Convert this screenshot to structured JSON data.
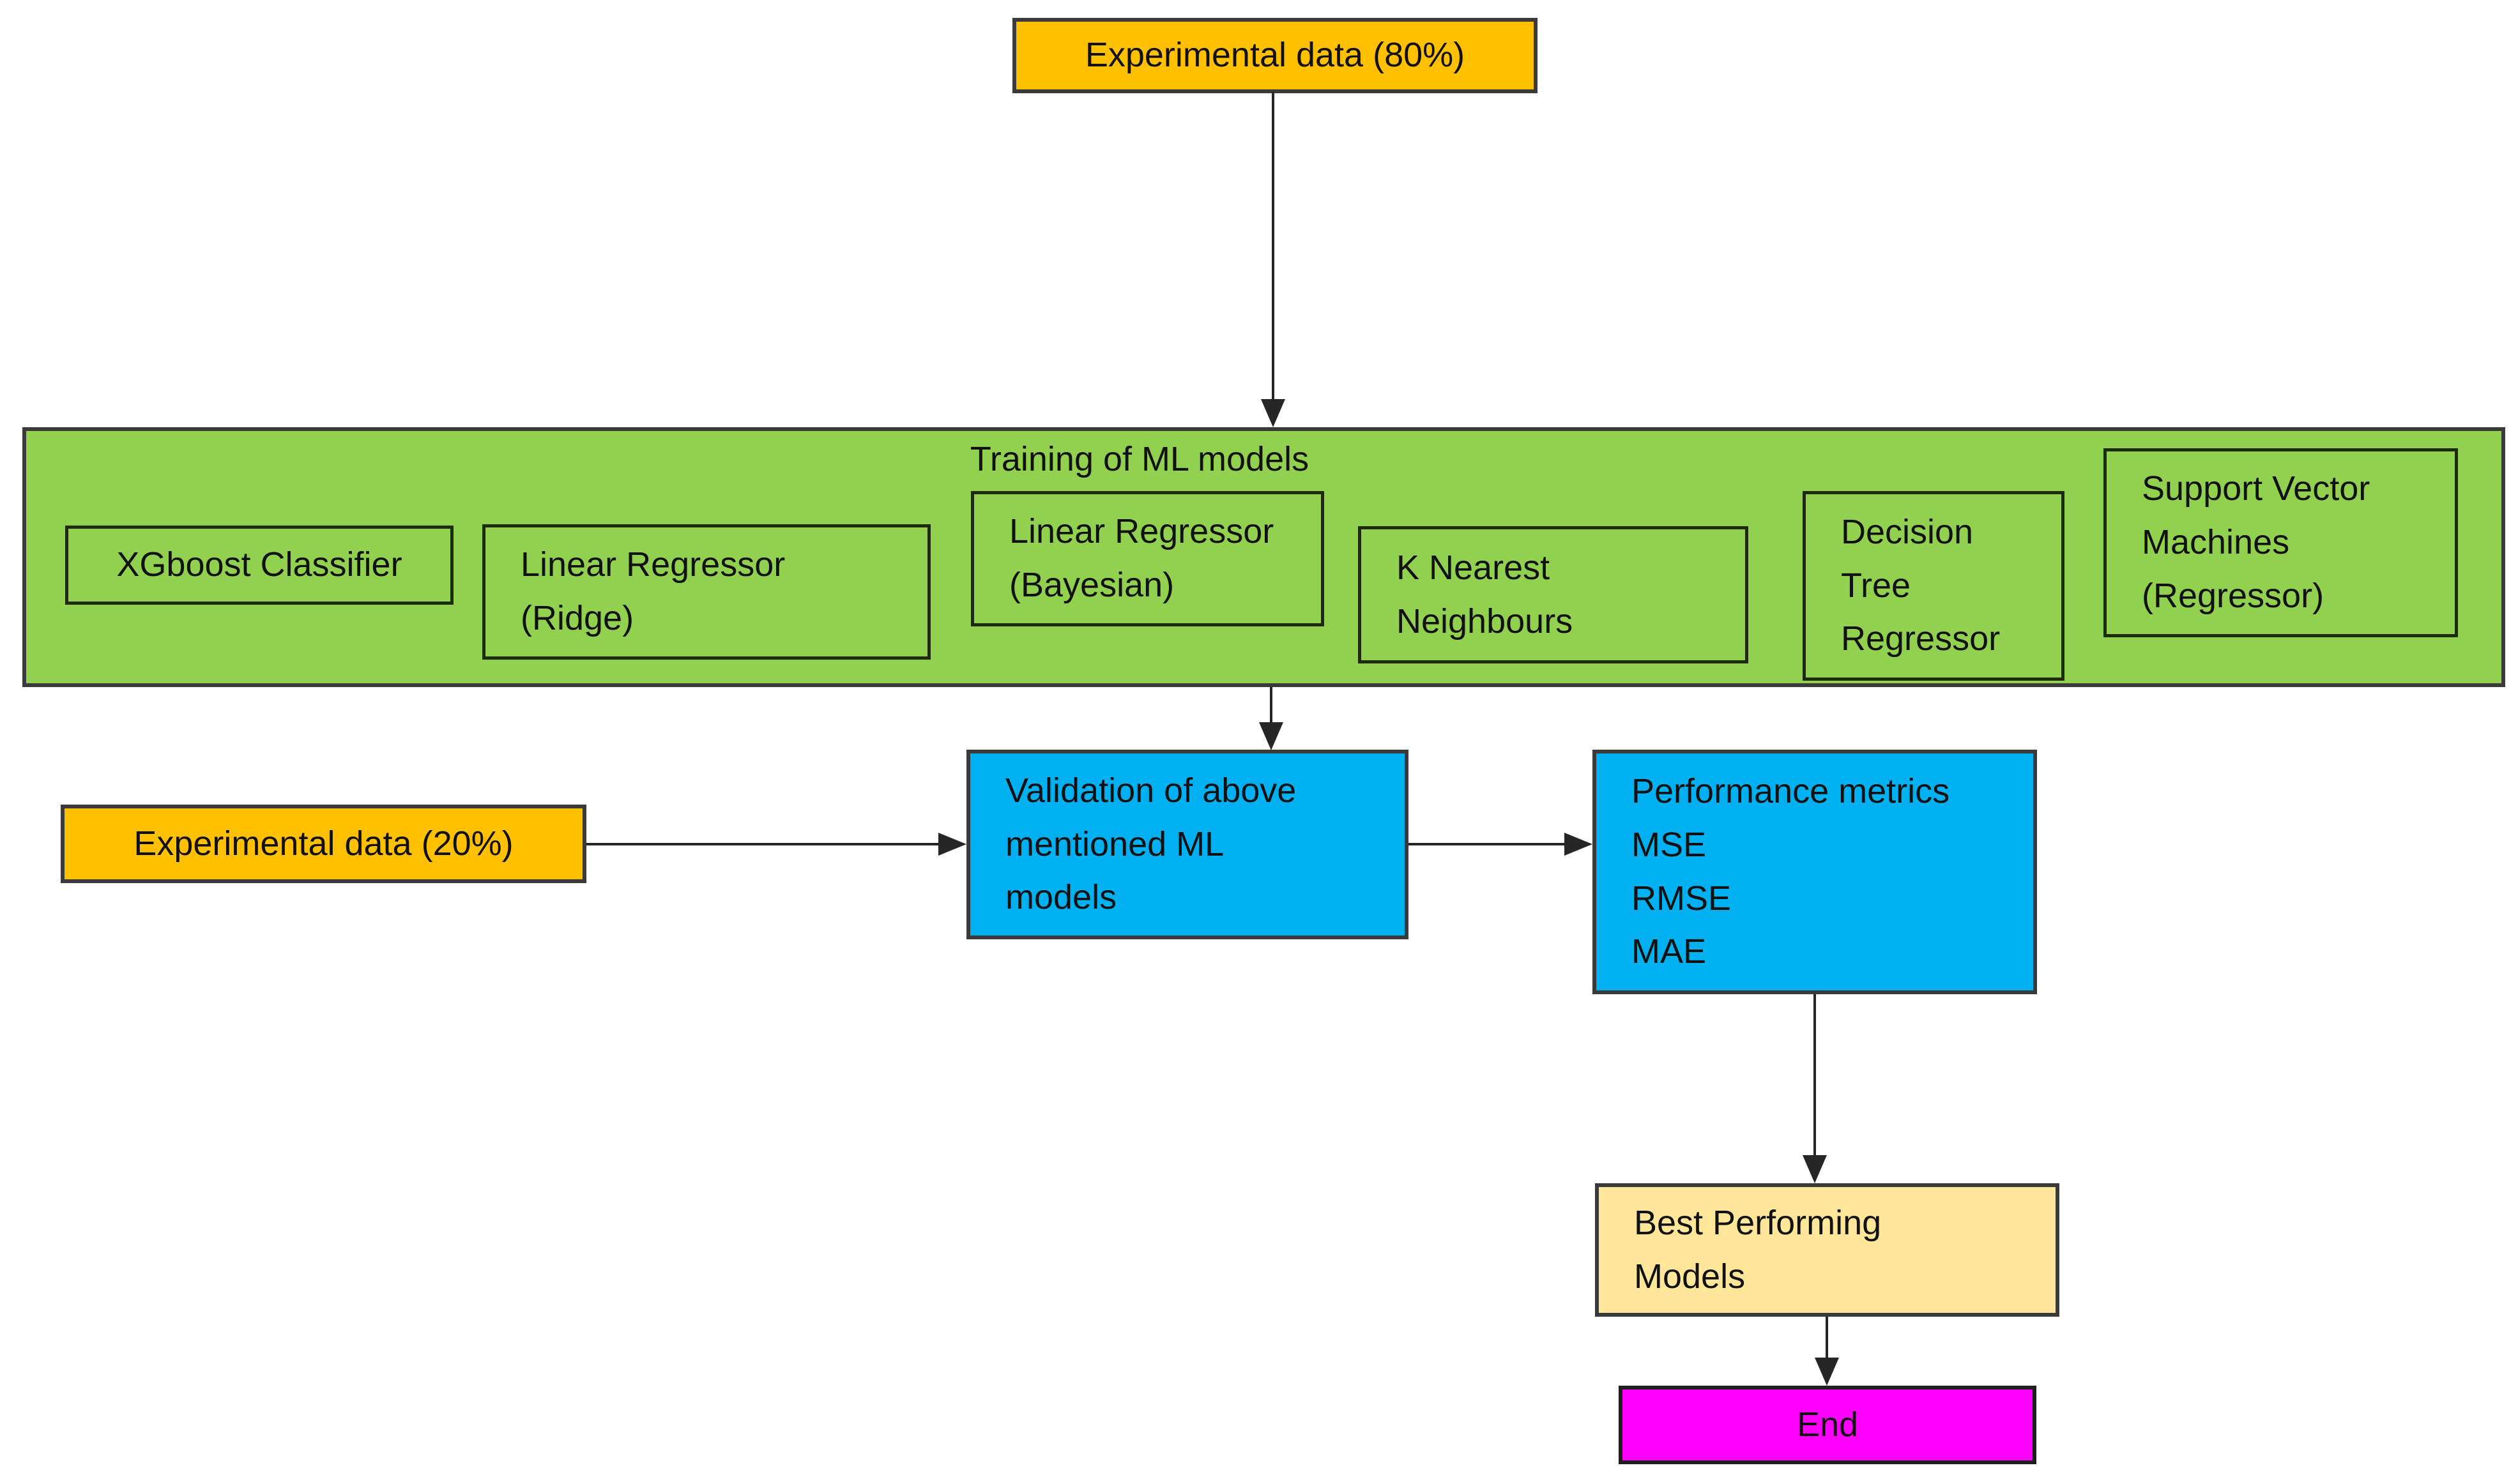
{
  "diagram": {
    "type": "flowchart",
    "colors": {
      "orange": "#FFC000",
      "green": "#92D050",
      "blue": "#00B0F0",
      "cream": "#FFE699",
      "magenta": "#FF00FF",
      "line": "#262626"
    },
    "nodes": {
      "exp80": {
        "label": "Experimental data (80%)",
        "color": "#FFC000"
      },
      "training": {
        "label": "Training of ML models",
        "color": "#92D050"
      },
      "models": [
        {
          "label": "XGboost Classifier"
        },
        {
          "label": "Linear Regressor\n(Ridge)"
        },
        {
          "label": "Linear Regressor\n(Bayesian)"
        },
        {
          "label": "K Nearest\nNeighbours"
        },
        {
          "label": "Decision\nTree\nRegressor"
        },
        {
          "label": "Support Vector\nMachines\n(Regressor)"
        }
      ],
      "exp20": {
        "label": "Experimental data (20%)",
        "color": "#FFC000"
      },
      "validation": {
        "label": "Validation of above\nmentioned ML\nmodels",
        "color": "#00B0F0"
      },
      "metrics": {
        "label": "Performance metrics\nMSE\nRMSE\nMAE",
        "color": "#00B0F0"
      },
      "best": {
        "label": "Best Performing\nModels",
        "color": "#FFE699"
      },
      "end": {
        "label": "End",
        "color": "#FF00FF"
      }
    },
    "edges": [
      "exp80 -> training",
      "training -> validation",
      "exp20 -> validation",
      "validation -> metrics",
      "metrics -> best",
      "best -> end"
    ]
  }
}
